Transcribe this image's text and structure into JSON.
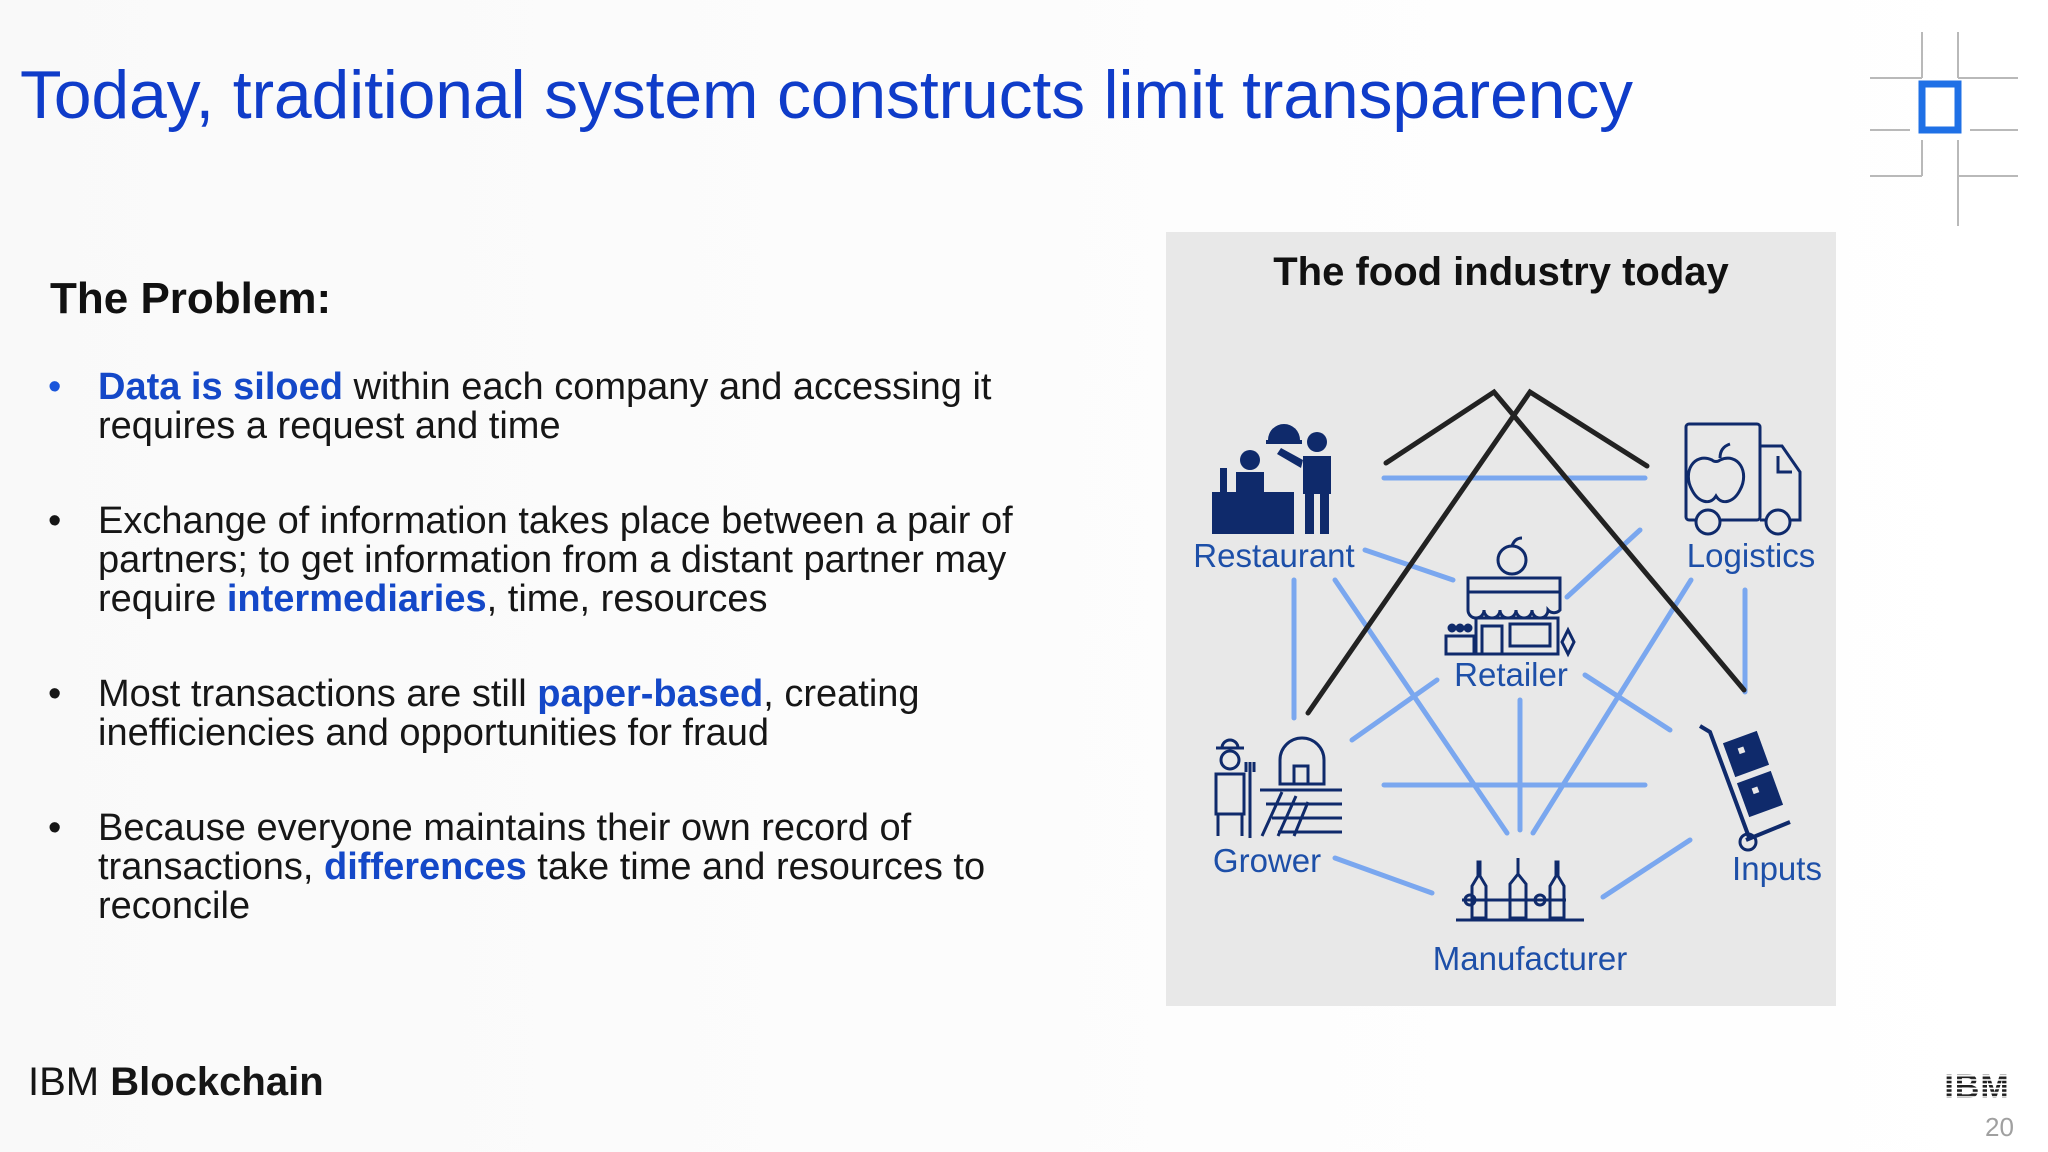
{
  "slide": {
    "title": "Today, traditional system constructs limit transparency",
    "problem_heading": "The Problem:",
    "page_number": "20"
  },
  "bullets": [
    {
      "highlight": "Data is siloed",
      "rest": " within each company and accessing it requires a request and time"
    },
    {
      "before": "Exchange of information takes place between a pair of partners; to get information from a distant partner may require ",
      "highlight": "intermediaries",
      "after": ", time, resources"
    },
    {
      "before": "Most transactions are still ",
      "highlight": "paper-based",
      "after": ", creating inefficiencies and opportunities for fraud"
    },
    {
      "before": "Because everyone maintains their own record of transactions, ",
      "highlight": "differences",
      "after": " take time and resources to reconcile"
    }
  ],
  "diagram": {
    "title": "The food industry today",
    "nodes": {
      "restaurant": "Restaurant",
      "logistics": "Logistics",
      "retailer": "Retailer",
      "grower": "Grower",
      "inputs": "Inputs",
      "manufacturer": "Manufacturer"
    }
  },
  "footer": {
    "brand_light": "IBM",
    "brand_bold": "Blockchain",
    "logo_text": "IBM"
  },
  "colors": {
    "title": "#0f3cc9",
    "highlight": "#1448c8",
    "link_line": "#7aa7ef",
    "icon": "#0f2a6b",
    "node_label": "#1d4fa8",
    "panel": "#e8e8e8"
  },
  "icons": [
    "corner-bracket-icon",
    "restaurant-icon",
    "logistics-truck-icon",
    "retailer-store-icon",
    "grower-farmer-icon",
    "inputs-handtruck-icon",
    "manufacturer-bottles-icon",
    "ibm-logo"
  ]
}
